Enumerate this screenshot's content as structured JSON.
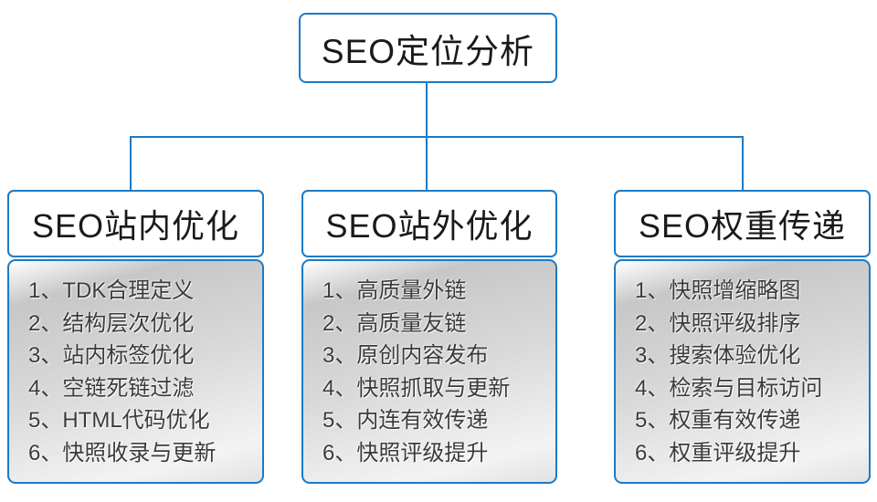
{
  "colors": {
    "line_blue": "#1c7ac5",
    "box_border": "#1c7ac5",
    "title_text": "#1a1a1a",
    "item_text": "#3b3b3b",
    "panel_gradient_top": "#c7c7c7",
    "panel_gradient_bottom": "#f3f3f3"
  },
  "root": {
    "title": "SEO定位分析"
  },
  "branches": [
    {
      "title": "SEO站内优化",
      "items": [
        "1、TDK合理定义",
        "2、结构层次优化",
        "3、站内标签优化",
        "4、空链死链过滤",
        "5、HTML代码优化",
        "6、快照收录与更新"
      ]
    },
    {
      "title": "SEO站外优化",
      "items": [
        "1、高质量外链",
        "2、高质量友链",
        "3、原创内容发布",
        "4、快照抓取与更新",
        "5、内连有效传递",
        "6、快照评级提升"
      ]
    },
    {
      "title": "SEO权重传递",
      "items": [
        "1、快照增缩略图",
        "2、快照评级排序",
        "3、搜索体验优化",
        "4、检索与目标访问",
        "5、权重有效传递",
        "6、权重评级提升"
      ]
    }
  ]
}
